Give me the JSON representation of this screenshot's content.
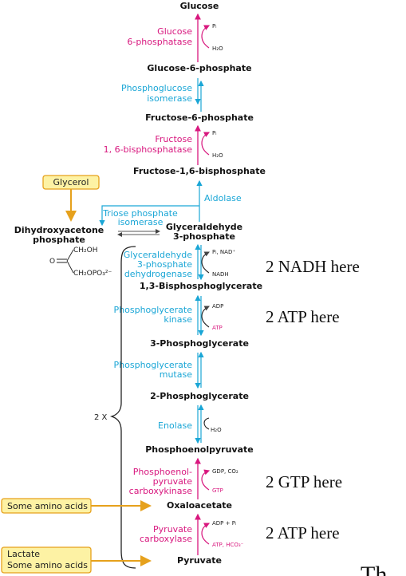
{
  "metabolites": {
    "glucose": "Glucose",
    "g6p": "Glucose-6-phosphate",
    "f6p": "Fructose-6-phosphate",
    "f16bp": "Fructose-1,6-bisphosphate",
    "dhap_1": "Dihydroxyacetone",
    "dhap_2": "phosphate",
    "gap_1": "Glyceraldehyde",
    "gap_2": "3-phosphate",
    "bpg13": "1,3-Bisphosphoglycerate",
    "pg3": "3-Phosphoglycerate",
    "pg2": "2-Phosphoglycerate",
    "pep": "Phosphoenolpyruvate",
    "oaa": "Oxaloacetate",
    "pyruvate": "Pyruvate"
  },
  "enzymes": {
    "g6pase_1": "Glucose",
    "g6pase_2": "6-phosphatase",
    "pgi_1": "Phosphoglucose",
    "pgi_2": "isomerase",
    "fbpase_1": "Fructose",
    "fbpase_2": "1, 6-bisphosphatase",
    "aldolase": "Aldolase",
    "tpi_1": "Triose phosphate",
    "tpi_2": "isomerase",
    "gapdh_1": "Glyceraldehyde",
    "gapdh_2": "3-phosphate",
    "gapdh_3": "dehydrogenase",
    "pgk_1": "Phosphoglycerate",
    "pgk_2": "kinase",
    "pgm_1": "Phosphoglycerate",
    "pgm_2": "mutase",
    "enolase": "Enolase",
    "pepck_1": "Phosphoenol-",
    "pepck_2": "pyruvate",
    "pepck_3": "carboxykinase",
    "pc_1": "Pyruvate",
    "pc_2": "carboxylase"
  },
  "cofactors": {
    "pi_1": "Pᵢ",
    "h2o_1": "H₂O",
    "pi_2": "Pᵢ",
    "h2o_2": "H₂O",
    "pi_nad": "Pᵢ, NAD⁺",
    "nadh": "NADH",
    "adp": "ADP",
    "atp": "ATP",
    "h2o_3": "H₂O",
    "gdp_co2": "GDP, CO₂",
    "gtp": "GTP",
    "adp_pi": "ADP + Pᵢ",
    "atp_hco3": "ATP, HCO₃⁻"
  },
  "structure": {
    "ch2oh": "CH₂OH",
    "o": "O",
    "ch2opo3": "CH₂OPO₃²⁻"
  },
  "inputs": {
    "glycerol": "Glycerol",
    "amino_acids": "Some amino acids",
    "lactate": "Lactate",
    "lactate_amino": "Some amino acids"
  },
  "bracket_label": "2 X",
  "annotations": {
    "nadh": "2 NADH here",
    "atp1": "2 ATP here",
    "gtp": "2 GTP here",
    "atp2": "2 ATP here",
    "partial": "Th"
  },
  "colors": {
    "magenta": "#d8177e",
    "cyan": "#1aa6d6",
    "box_fill": "#fdf2a4",
    "box_stroke": "#e6a11c"
  }
}
